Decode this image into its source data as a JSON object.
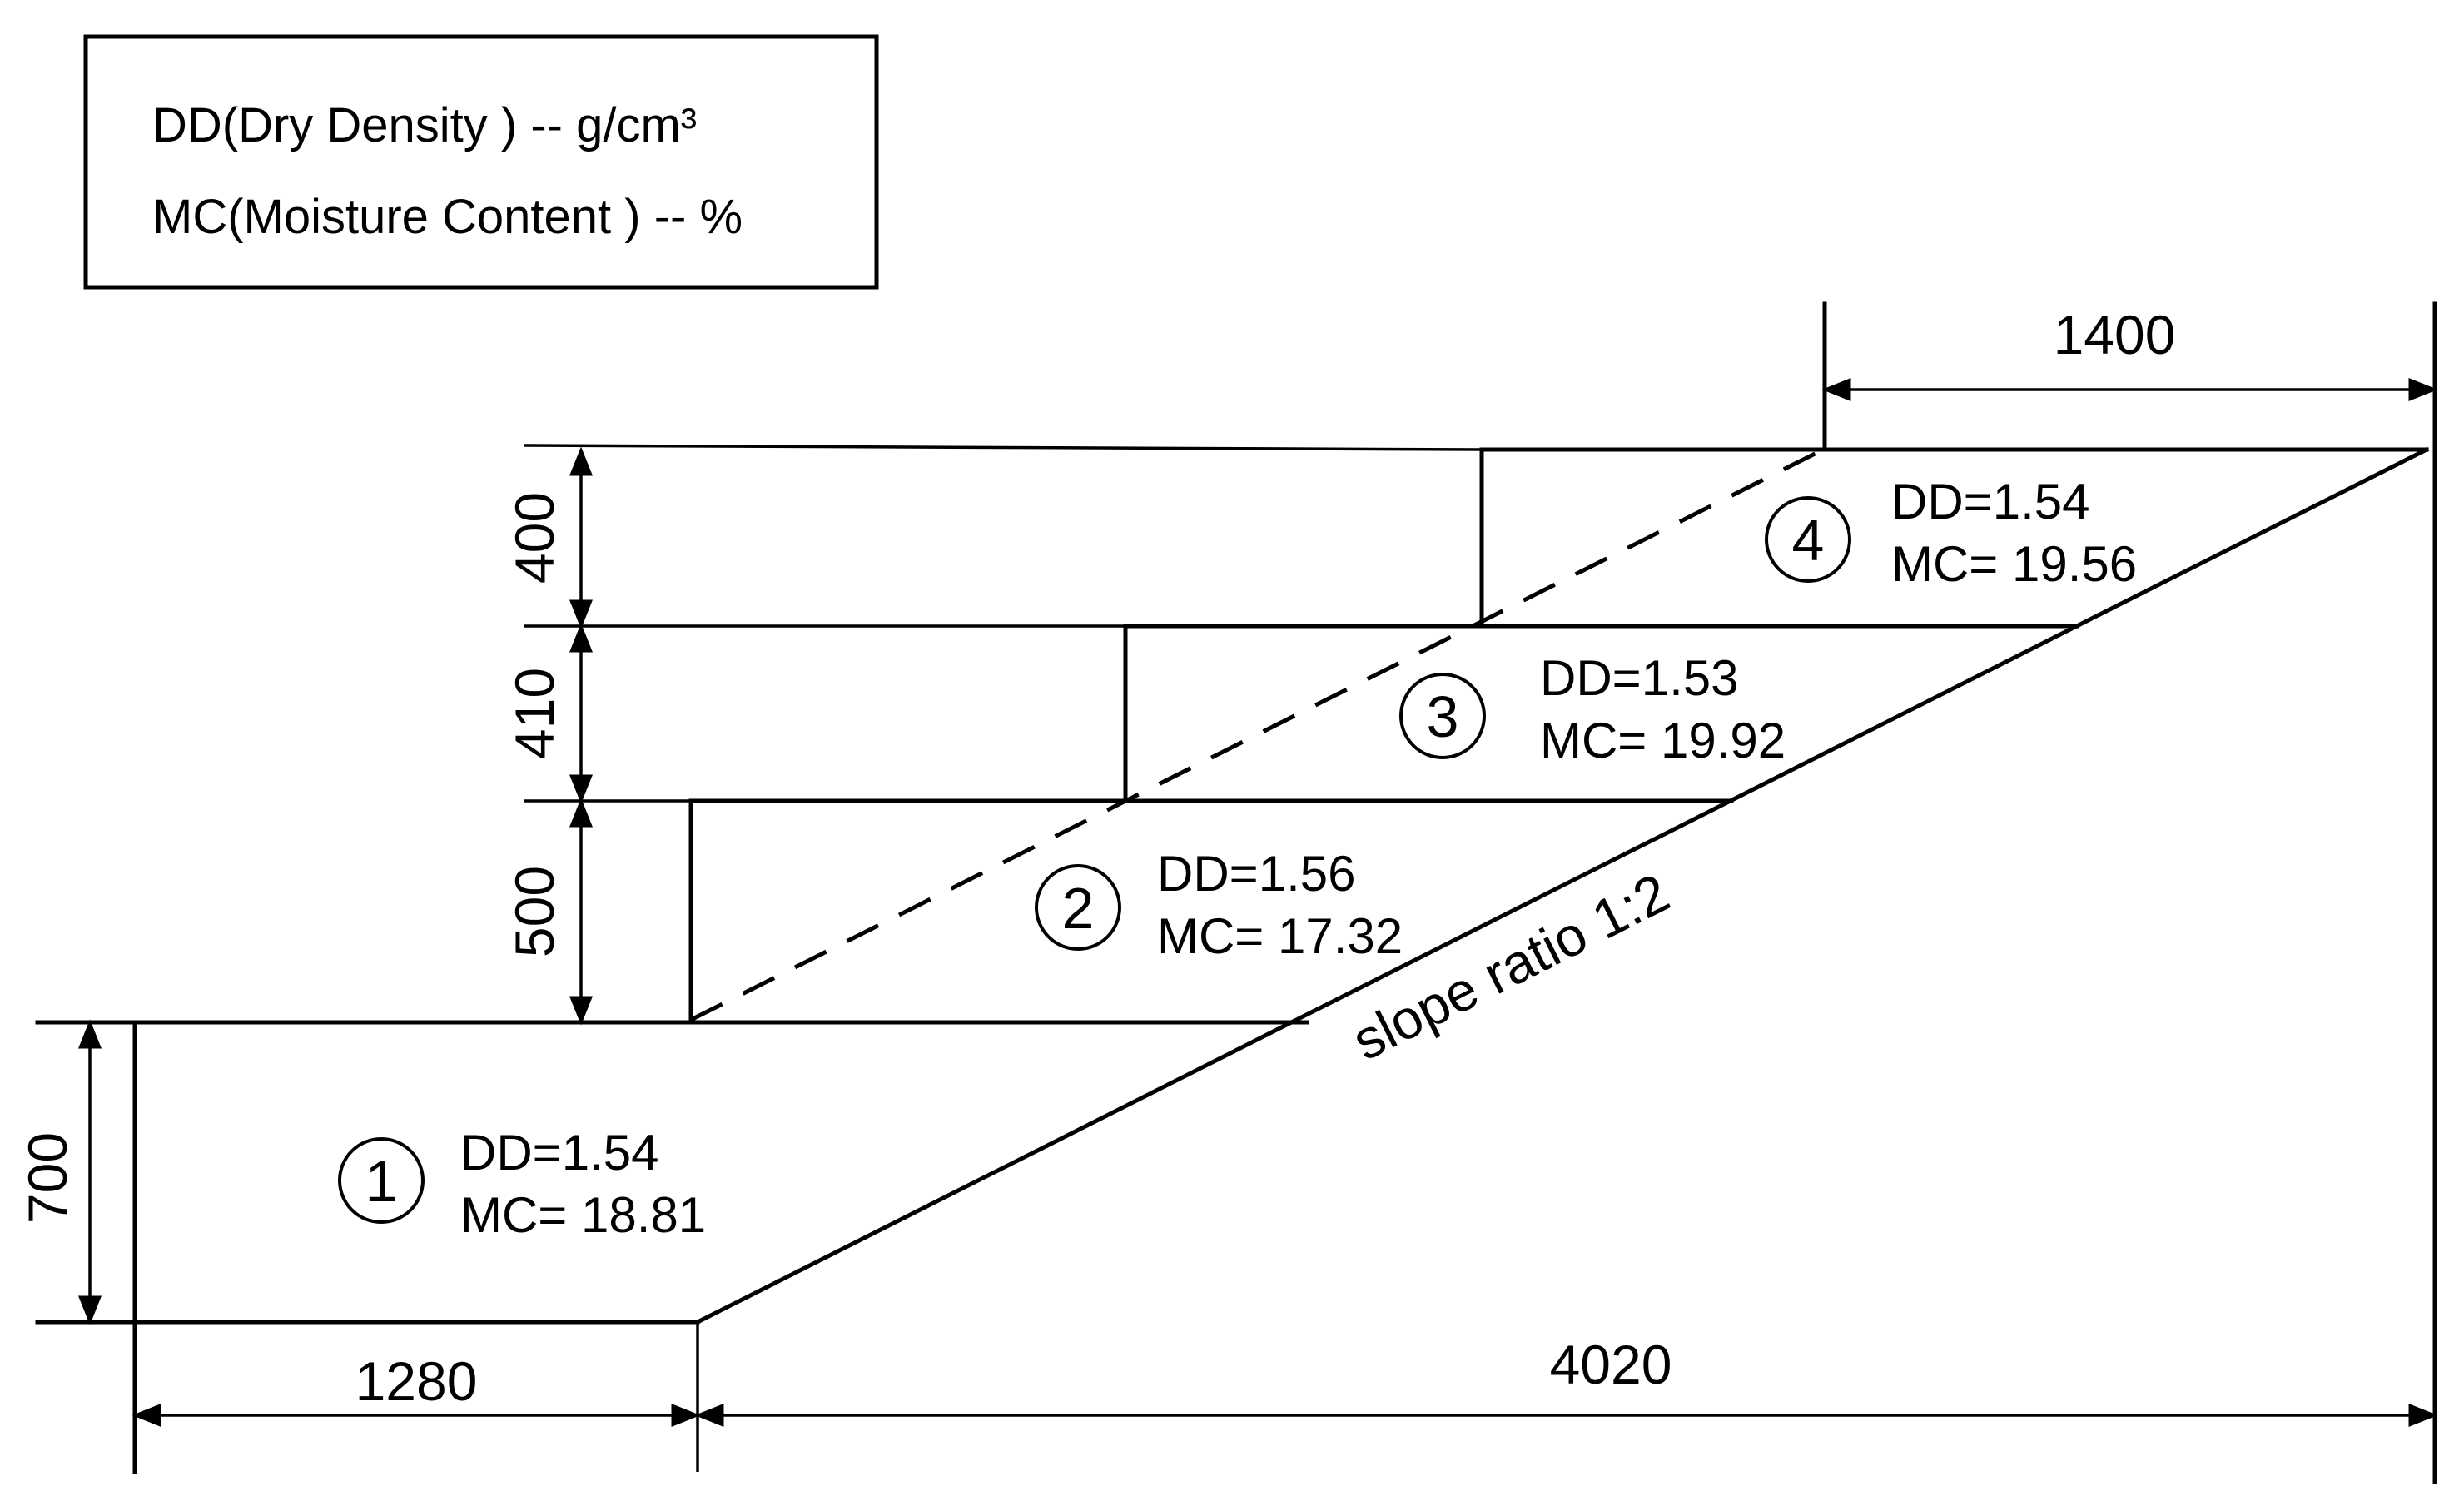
{
  "legend": {
    "dd_line": "DD(Dry Density ) -- g/cm³",
    "mc_line": "MC(Moisture Content ) -- %"
  },
  "layers": [
    {
      "number": "1",
      "dd": "DD=1.54",
      "mc": "MC= 18.81"
    },
    {
      "number": "2",
      "dd": "DD=1.56",
      "mc": "MC= 17.32"
    },
    {
      "number": "3",
      "dd": "DD=1.53",
      "mc": "MC= 19.92"
    },
    {
      "number": "4",
      "dd": "DD=1.54",
      "mc": "MC= 19.56"
    }
  ],
  "dimensions": {
    "top_width": "1400",
    "h_layer4": "400",
    "h_layer3": "410",
    "h_layer2": "500",
    "h_layer1": "700",
    "base_left": "1280",
    "base_right": "4020"
  },
  "slope_label": "slope ratio 1:2"
}
